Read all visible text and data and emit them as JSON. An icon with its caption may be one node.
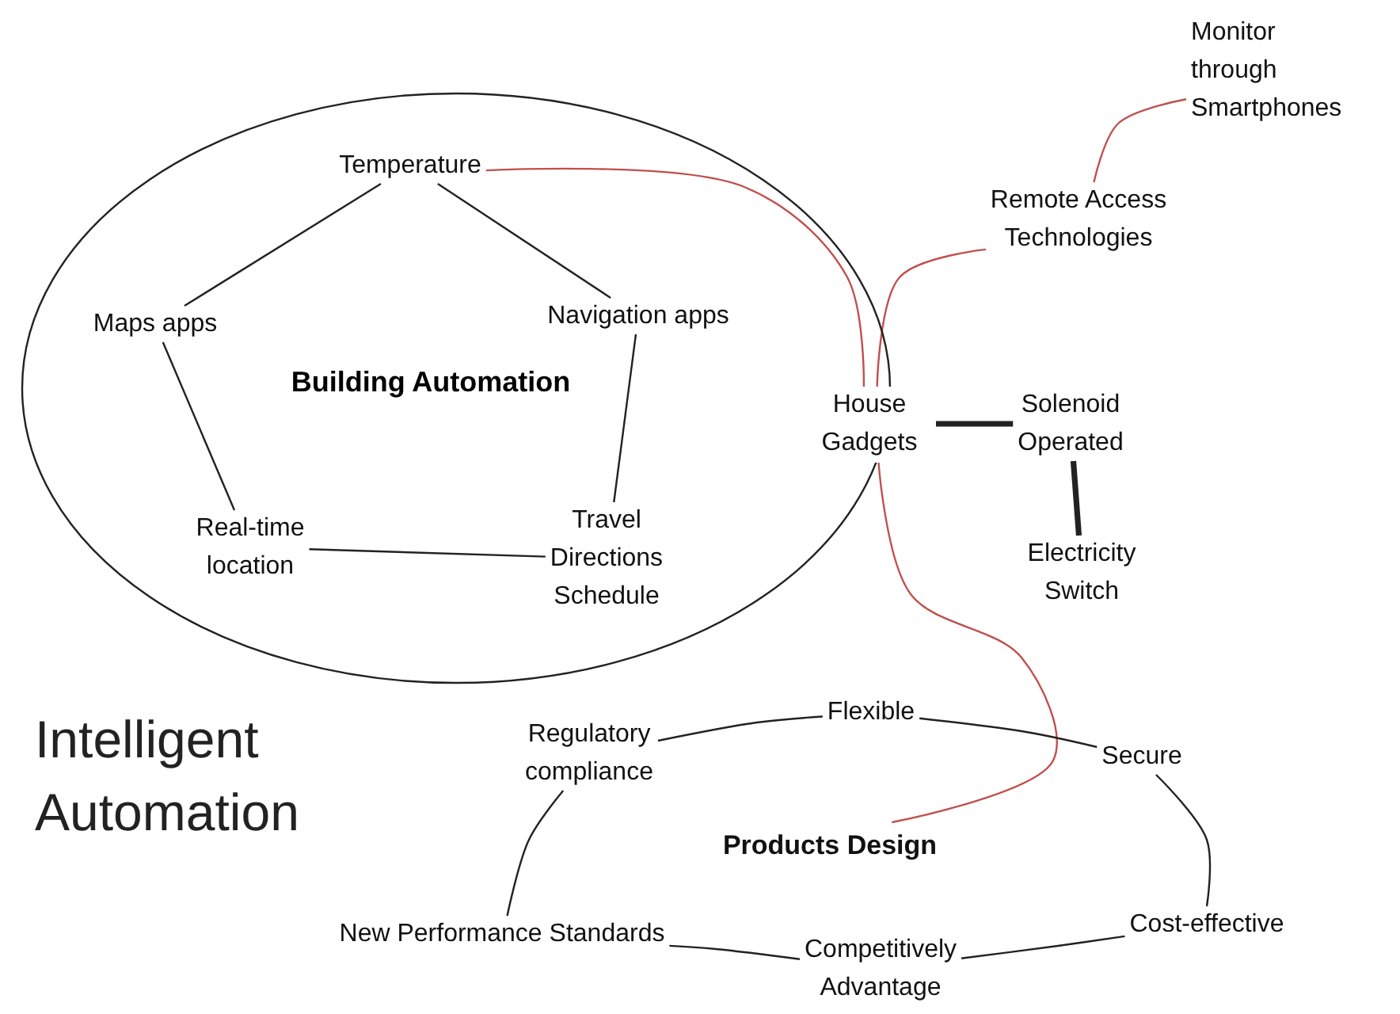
{
  "diagram": {
    "nodes": [
      {
        "text": [
          "Building Automation"
        ]
      },
      {
        "text": [
          "Temperature"
        ],
        "in": 0
      },
      {
        "text": [
          "Maps apps"
        ],
        "in": 0
      },
      {
        "text": [
          "Navigation apps"
        ],
        "in": 0
      },
      {
        "text": [
          "Real-time location"
        ],
        "in": 0
      },
      {
        "text": [
          "Travel Directions Schedule"
        ],
        "in": 0
      },
      {
        "text": [
          "House Gadgets"
        ]
      },
      {
        "text": [
          "Solenoid Operated"
        ]
      },
      {
        "text": [
          "Electricity Switch"
        ]
      },
      {
        "text": [
          "Remote Access Technologies"
        ]
      },
      {
        "text": [
          "Monitor through Smartphones"
        ]
      },
      {
        "text": [
          "Products Design"
        ]
      },
      {
        "text": [
          "Flexible"
        ]
      },
      {
        "text": [
          "Secure"
        ]
      },
      {
        "text": [
          "Cost-effective"
        ]
      },
      {
        "text": [
          "Competitively Advantage"
        ]
      },
      {
        "text": [
          "New Performance Standards"
        ]
      },
      {
        "text": [
          "Regulatory compliance"
        ]
      }
    ],
    "edges": [
      {
        "from": 1,
        "to": 2,
        "arrow": "none"
      },
      {
        "from": 1,
        "to": 3,
        "arrow": "none"
      },
      {
        "from": 2,
        "to": 4,
        "arrow": "none"
      },
      {
        "from": 3,
        "to": 5,
        "arrow": "none"
      },
      {
        "from": 4,
        "to": 5,
        "arrow": "none"
      },
      {
        "from": 1,
        "to": 6,
        "arrow": "none",
        "color": "#c0504d"
      },
      {
        "from": 6,
        "to": 9,
        "arrow": "none",
        "color": "#c0504d"
      },
      {
        "from": 9,
        "to": 10,
        "arrow": "none",
        "color": "#c0504d"
      },
      {
        "from": 6,
        "to": 7,
        "arrow": "none",
        "style": "thick"
      },
      {
        "from": 7,
        "to": 8,
        "arrow": "none",
        "style": "thick"
      },
      {
        "from": 6,
        "to": 11,
        "arrow": "none",
        "color": "#c0504d"
      },
      {
        "from": 17,
        "to": 12,
        "arrow": "none"
      },
      {
        "from": 12,
        "to": 13,
        "arrow": "none"
      },
      {
        "from": 13,
        "to": 14,
        "arrow": "none"
      },
      {
        "from": 14,
        "to": 15,
        "arrow": "none"
      },
      {
        "from": 15,
        "to": 16,
        "arrow": "none"
      },
      {
        "from": 16,
        "to": 17,
        "arrow": "none"
      }
    ],
    "labels": [
      "Intelligent Automation"
    ]
  }
}
